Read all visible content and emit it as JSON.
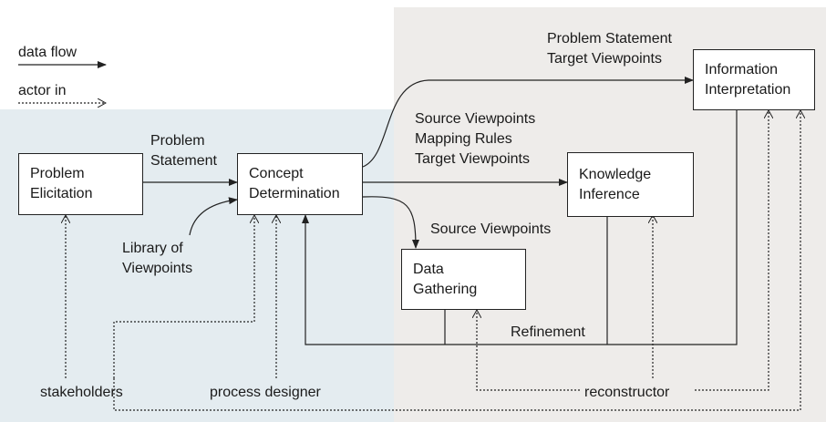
{
  "legend": {
    "data_flow": "data flow",
    "actor_in": "actor in"
  },
  "boxes": {
    "problem_elicitation": "Problem\nElicitation",
    "concept_determination": "Concept\nDetermination",
    "data_gathering": "Data\nGathering",
    "knowledge_inference": "Knowledge\nInference",
    "information_interpretation": "Information\nInterpretation"
  },
  "labels": {
    "problem_statement": "Problem\nStatement",
    "library_of_viewpoints": "Library of\nViewpoints",
    "problem_statement_target": "Problem Statement\nTarget Viewpoints",
    "source_mapping_target": "Source Viewpoints\nMapping Rules\nTarget Viewpoints",
    "source_viewpoints": "Source Viewpoints",
    "refinement": "Refinement"
  },
  "actors": {
    "stakeholders": "stakeholders",
    "process_designer": "process designer",
    "reconstructor": "reconstructor"
  },
  "colors": {
    "left_region": "#e4ecf0",
    "right_region": "#eeecea",
    "line": "#222222"
  }
}
